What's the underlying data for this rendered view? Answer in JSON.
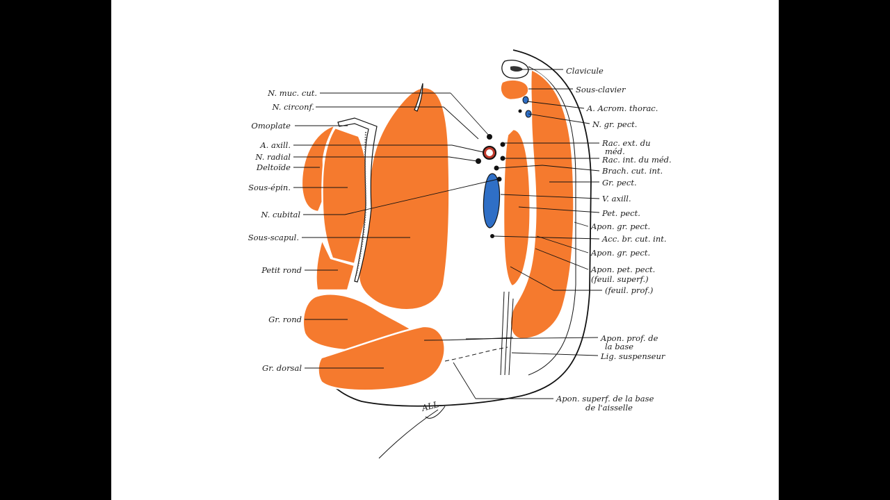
{
  "diagram": {
    "colors": {
      "muscle": "#f57a2e",
      "vein": "#2f6fc6",
      "artery": "#c0392b",
      "line": "#111111",
      "page": "#ffffff",
      "frame": "#000000"
    },
    "labels_left": [
      "N. muc. cut.",
      "N. circonf.",
      "Omoplate",
      "A. axill.",
      "N. radial",
      "Deltoïde",
      "Sous-épin.",
      "N. cubital",
      "Sous-scapul.",
      "Petit rond",
      "Gr. rond",
      "Gr. dorsal"
    ],
    "labels_right": [
      "Clavicule",
      "Sous-clavier",
      "A. Acrom. thorac.",
      "N. gr. pect.",
      "Rac. ext. du",
      "méd.",
      "Rac. int. du méd.",
      "Brach. cut. int.",
      "Gr. pect.",
      "V. axill.",
      "Pet. pect.",
      "Apon. gr. pect.",
      "Acc. br. cut. int.",
      "Apon. gr. pect.",
      "Apon. pet. pect.",
      "(feuil. superf.)",
      "(feuil. prof.)",
      "Apon. prof. de",
      "la  base",
      "Lig. suspenseur"
    ],
    "labels_bottom": [
      "Apon. superf. de la base",
      "de l'aisselle"
    ],
    "signature": "ALL"
  }
}
